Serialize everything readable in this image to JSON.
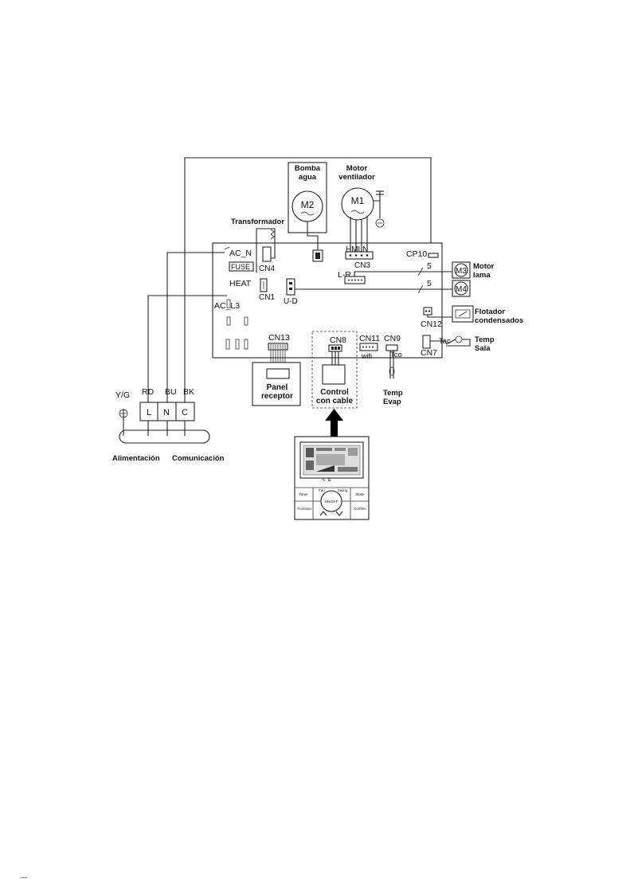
{
  "components": {
    "pump": {
      "line1": "Bomba",
      "line2": "agua",
      "symbol": "M2"
    },
    "fan_motor": {
      "line1": "Motor",
      "line2": "ventilador",
      "symbol": "M1"
    },
    "transformer": "Transformador",
    "louver_motor": {
      "line1": "Motor",
      "line2": "lama",
      "symbol_a": "M3",
      "symbol_b": "M4"
    },
    "float": {
      "line1": "Flotador",
      "line2": "condensados"
    },
    "room_temp": {
      "line1": "Temp",
      "line2": "Sala",
      "sensor": "Tac"
    },
    "evap_temp": {
      "line1": "Temp",
      "line2": "Evap",
      "sensor": "Tco"
    },
    "receiver_panel": {
      "line1": "Panel",
      "line2": "receptor"
    },
    "wired_control": {
      "line1": "Control",
      "line2": "con cable"
    }
  },
  "board": {
    "ac_n": "AC_N",
    "fuse": "FUSE",
    "heat": "HEAT",
    "ac_l3": "AC_L3",
    "cn4": "CN4",
    "cn1": "CN1",
    "ud": "U-D",
    "hmln": "HMLN",
    "cn3": "CN3",
    "cp10": "CP10",
    "lr": "L-R",
    "cn12": "CN12",
    "cn7": "CN7",
    "cn13": "CN13",
    "cn8": "CN8",
    "cn11": "CN11",
    "wifi": "wifi",
    "cn9": "CN9",
    "wire_count_a": "5",
    "wire_count_b": "5"
  },
  "terminals": {
    "labels": [
      "Y/G",
      "RD",
      "BU",
      "BK"
    ],
    "blocks": [
      "L",
      "N",
      "C"
    ],
    "power": "Alimentación",
    "comm": "Comunicación"
  },
  "remote": {
    "buttons": [
      "Timer",
      "Fan",
      "Swing",
      "Mode",
      "Function",
      "ON/OFF",
      "Confirm"
    ]
  },
  "footer_mark": "—"
}
